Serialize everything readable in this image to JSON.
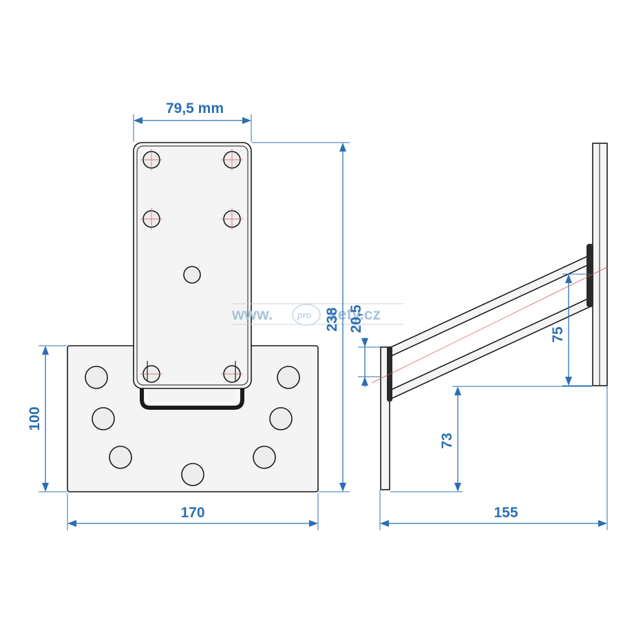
{
  "dimensions": {
    "top_width": "79,5 mm",
    "base_width": "170",
    "base_height": "100",
    "total_height": "238",
    "gap_small": "20,5",
    "arm_span": "75",
    "arm_height": "73",
    "depth": "155"
  },
  "watermark": {
    "left": "www.",
    "badge": "pro",
    "right": "kety.cz"
  },
  "colors": {
    "dimension": "#2b6fb3",
    "outline": "#1a1a1a",
    "centerline": "#d9534f",
    "watermark": "#a9c3dc"
  }
}
